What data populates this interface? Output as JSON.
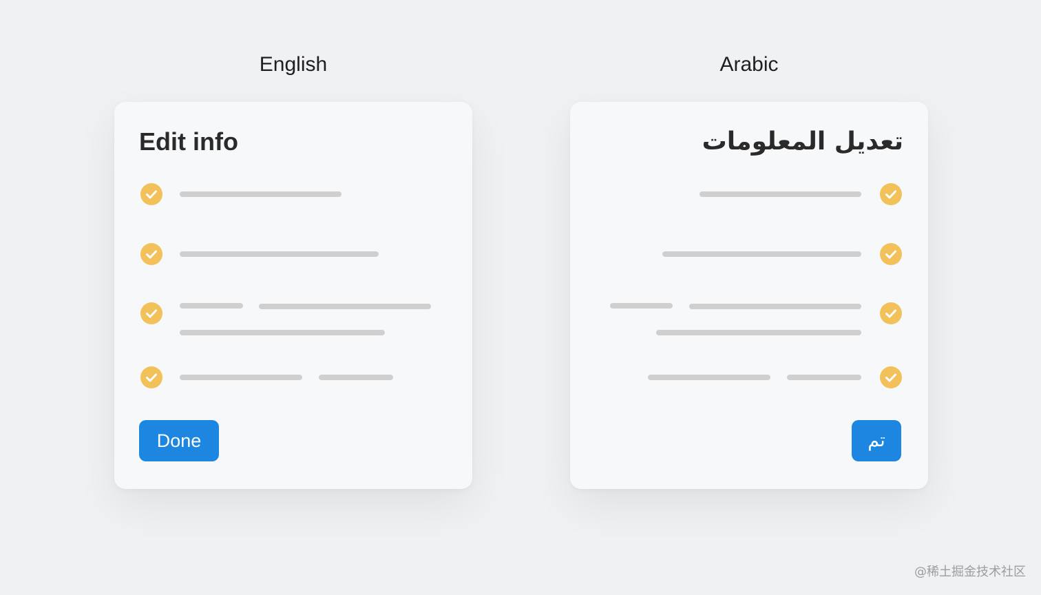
{
  "labels": {
    "english": "English",
    "arabic": "Arabic"
  },
  "english_card": {
    "title": "Edit info",
    "button_label": "Done",
    "item_count": 4
  },
  "arabic_card": {
    "title": "تعديل المعلومات",
    "button_label": "تم",
    "item_count": 4
  },
  "colors": {
    "background": "#eff1f3",
    "card": "#f7f8fa",
    "check_badge": "#f2c15a",
    "placeholder_line": "#cfcfcf",
    "button": "#1c86e0"
  },
  "icons": {
    "item_icon": "check-circle-icon"
  },
  "watermark": "@稀土掘金技术社区"
}
